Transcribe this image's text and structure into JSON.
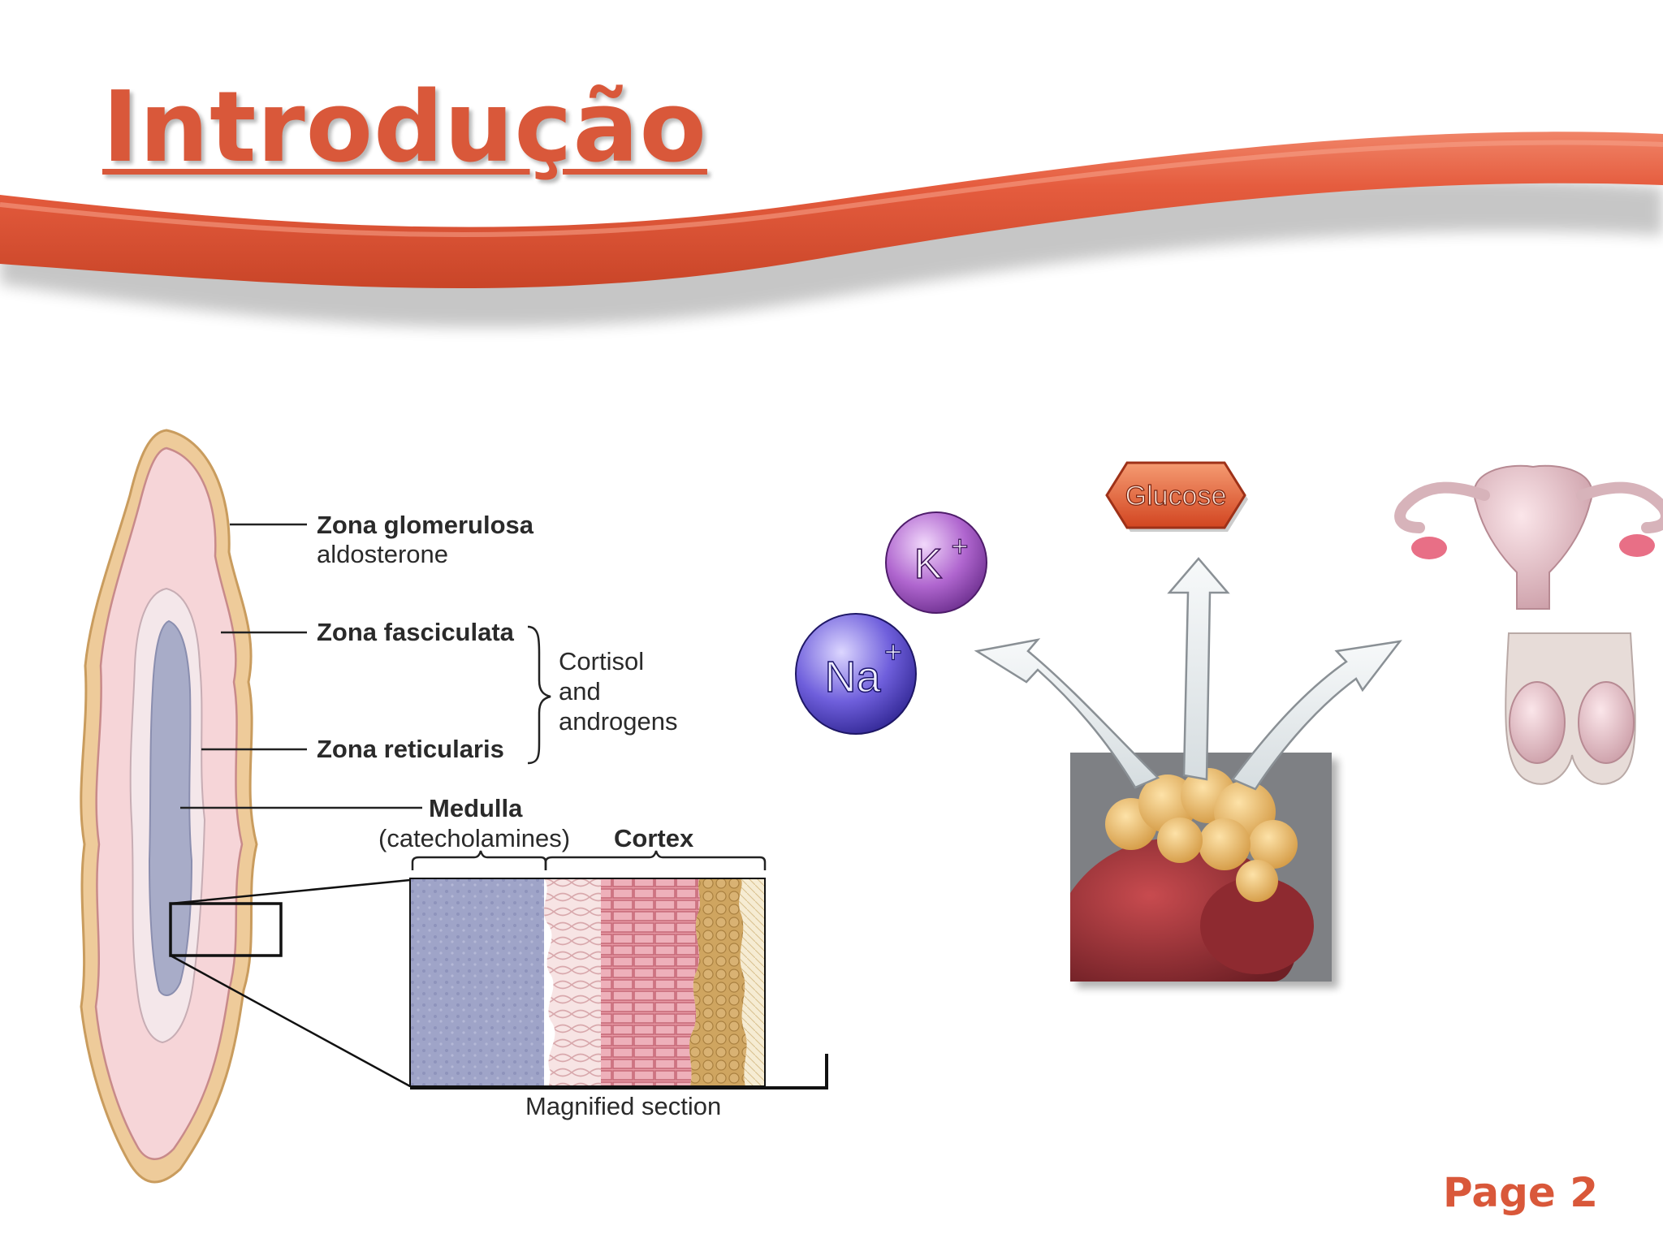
{
  "slide": {
    "title": "Introdução",
    "page_label": "Page 2"
  },
  "adrenal_diagram": {
    "zona_glomerulosa": "Zona glomerulosa",
    "aldosterone": "aldosterone",
    "zona_fasciculata": "Zona fasciculata",
    "cortisol_line1": "Cortisol",
    "cortisol_line2": "and",
    "cortisol_line3": "androgens",
    "zona_reticularis": "Zona reticularis",
    "medulla": "Medulla",
    "catecholamines": "(catecholamines)",
    "cortex": "Cortex",
    "magnified_section": "Magnified section"
  },
  "hormone_effects": {
    "glucose": "Glucose",
    "potassium": "K",
    "potassium_charge": "+",
    "sodium": "Na",
    "sodium_charge": "+"
  },
  "colors": {
    "accent": "#d9583a",
    "ribbon": "#e05a3c",
    "outer_capsule": "#eecb9a",
    "cortex_pink": "#f6d5d8",
    "medulla_blue": "#a8acc8",
    "glomerulosa_gold": "#d7b06a",
    "potassium_purple": "#b066cf",
    "sodium_blue": "#6f5fdc"
  }
}
